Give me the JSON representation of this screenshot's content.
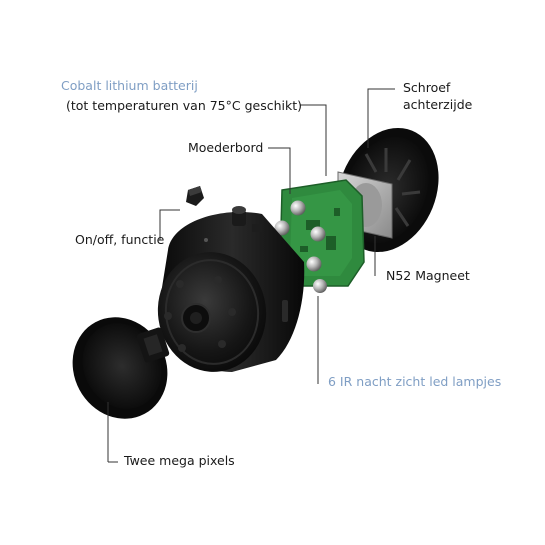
{
  "labels": {
    "cobalt": "Cobalt lithium batterij",
    "temperature": "(tot temperaturen van 75°C geschikt)",
    "schroef_line1": "Schroef",
    "schroef_line2": "achterzijde",
    "moederbord": "Moederbord",
    "onoff": "On/off, functie",
    "magneet": "N52 Magneet",
    "ir": "6 IR nacht zicht led lampjes",
    "twee": "Twee mega pixels"
  },
  "colors": {
    "accent": "#7f9ec4",
    "text": "#1a1a1a",
    "pcb": "#2f8a3e",
    "body": "#141414"
  }
}
